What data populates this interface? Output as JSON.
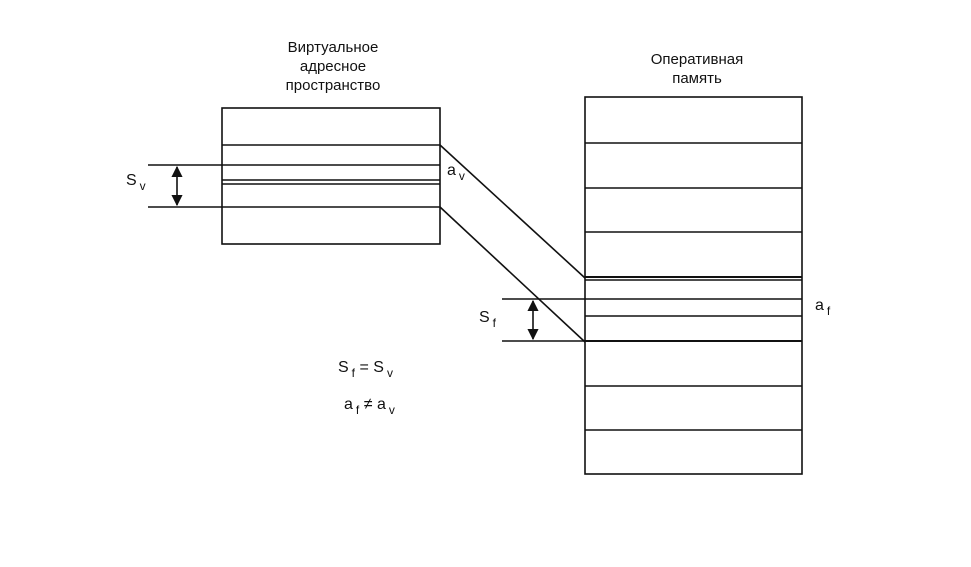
{
  "virtual_block": {
    "title_lines": [
      "Виртуальное",
      "адресное",
      "пространство"
    ]
  },
  "memory_block": {
    "title_lines": [
      "Оперативная",
      "память"
    ]
  },
  "labels": {
    "sv_base": "S",
    "sv_sub": "v",
    "av_base": "a",
    "av_sub": "v",
    "sf_base": "S",
    "sf_sub": "f",
    "af_base": "a",
    "af_sub": "f"
  },
  "equations": {
    "eq1_left_base": "S",
    "eq1_left_sub": "f",
    "eq1_op": "=",
    "eq1_right_base": "S",
    "eq1_right_sub": "v",
    "eq2_left_base": "a",
    "eq2_left_sub": "f",
    "eq2_op": "≠",
    "eq2_right_base": "a",
    "eq2_right_sub": "v"
  }
}
